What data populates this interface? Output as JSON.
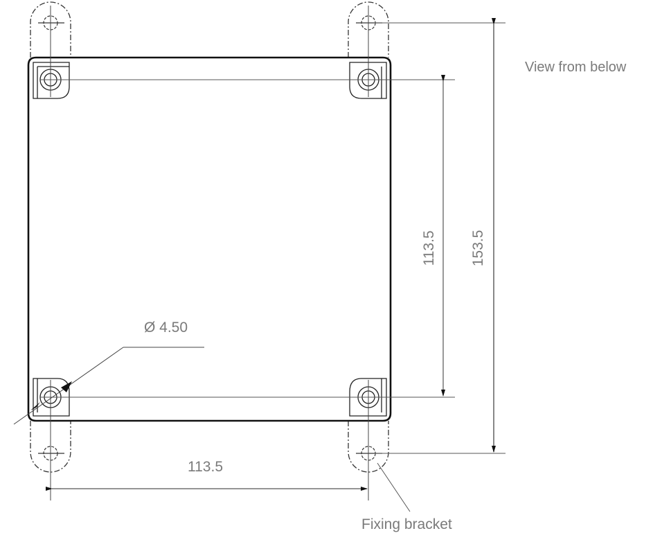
{
  "drawing": {
    "view_label": "View from below",
    "diameter_label": "Ø 4.50",
    "fixing_bracket_label": "Fixing bracket",
    "dimensions": {
      "hole_spacing_horizontal": "113.5",
      "hole_spacing_vertical": "113.5",
      "bracket_spacing_vertical": "153.5"
    },
    "colors": {
      "outline": "#1a1a1a",
      "dimension_line": "#555555",
      "label_text": "#7a7a7a",
      "background": "#ffffff"
    }
  }
}
